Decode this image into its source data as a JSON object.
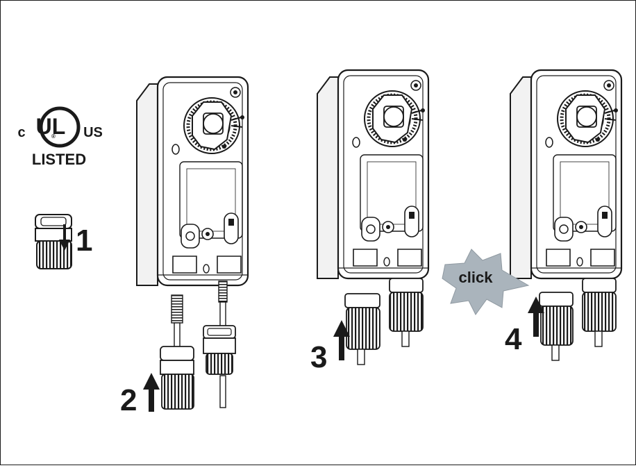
{
  "cert": {
    "mark": "UL",
    "prefix": "c",
    "suffix": "US",
    "reg": "®",
    "listed": "LISTED"
  },
  "steps": {
    "s1": "1",
    "s2": "2",
    "s3": "3",
    "s4": "4"
  },
  "click_label": "click",
  "colors": {
    "line": "#1a1a1a",
    "housing": "#ffffff",
    "burst": "#aab4bc"
  }
}
